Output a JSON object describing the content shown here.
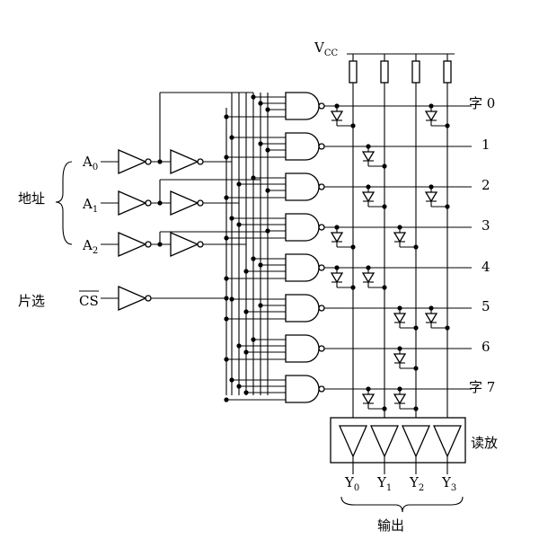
{
  "address_label": "地址",
  "chip_select_label": "片选",
  "inputs": [
    {
      "name": "A",
      "sub": "0"
    },
    {
      "name": "A",
      "sub": "1"
    },
    {
      "name": "A",
      "sub": "2"
    }
  ],
  "cs_label": "CS",
  "vcc": {
    "name": "V",
    "sub": "CC"
  },
  "word_labels": [
    "字 0",
    "1",
    "2",
    "3",
    "4",
    "5",
    "6",
    "字 7"
  ],
  "amp_label": "读放",
  "outputs": [
    {
      "name": "Y",
      "sub": "0"
    },
    {
      "name": "Y",
      "sub": "1"
    },
    {
      "name": "Y",
      "sub": "2"
    },
    {
      "name": "Y",
      "sub": "3"
    }
  ],
  "output_label": "输出",
  "memory_bits": [
    [
      1,
      0,
      0,
      1
    ],
    [
      0,
      1,
      0,
      0
    ],
    [
      0,
      1,
      0,
      1
    ],
    [
      1,
      0,
      1,
      0
    ],
    [
      1,
      1,
      0,
      0
    ],
    [
      0,
      0,
      1,
      1
    ],
    [
      0,
      0,
      1,
      0
    ],
    [
      0,
      1,
      1,
      0
    ]
  ]
}
